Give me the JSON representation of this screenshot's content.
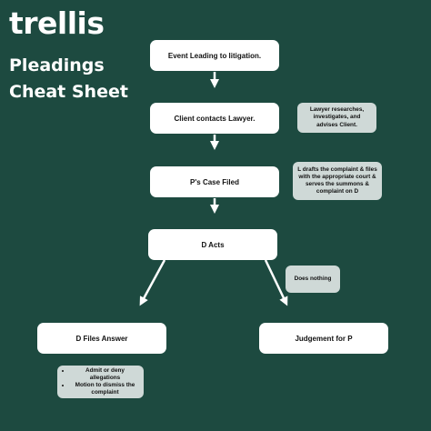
{
  "brand": "trellis",
  "title_lines": [
    "Pleadings",
    "Cheat Sheet"
  ],
  "steps": {
    "event": "Event Leading to litigation.",
    "client": "Client contacts Lawyer.",
    "filed": "P's Case Filed",
    "d_acts": "D Acts",
    "answer": "D Files Answer",
    "judgement": "Judgement for P"
  },
  "notes": {
    "client": "Lawyer researches, investigates, and advises Client.",
    "filed": "L drafts the complaint & files with the appropriate court & serves the summons & complaint on D",
    "nothing": "Does nothing",
    "answer_items": [
      "Admit or deny allegations",
      "Motion to dismiss the complaint"
    ]
  },
  "colors": {
    "background": "#1d4a40",
    "box": "#ffffff",
    "note": "#cfd9d7",
    "arrow": "#ffffff"
  }
}
